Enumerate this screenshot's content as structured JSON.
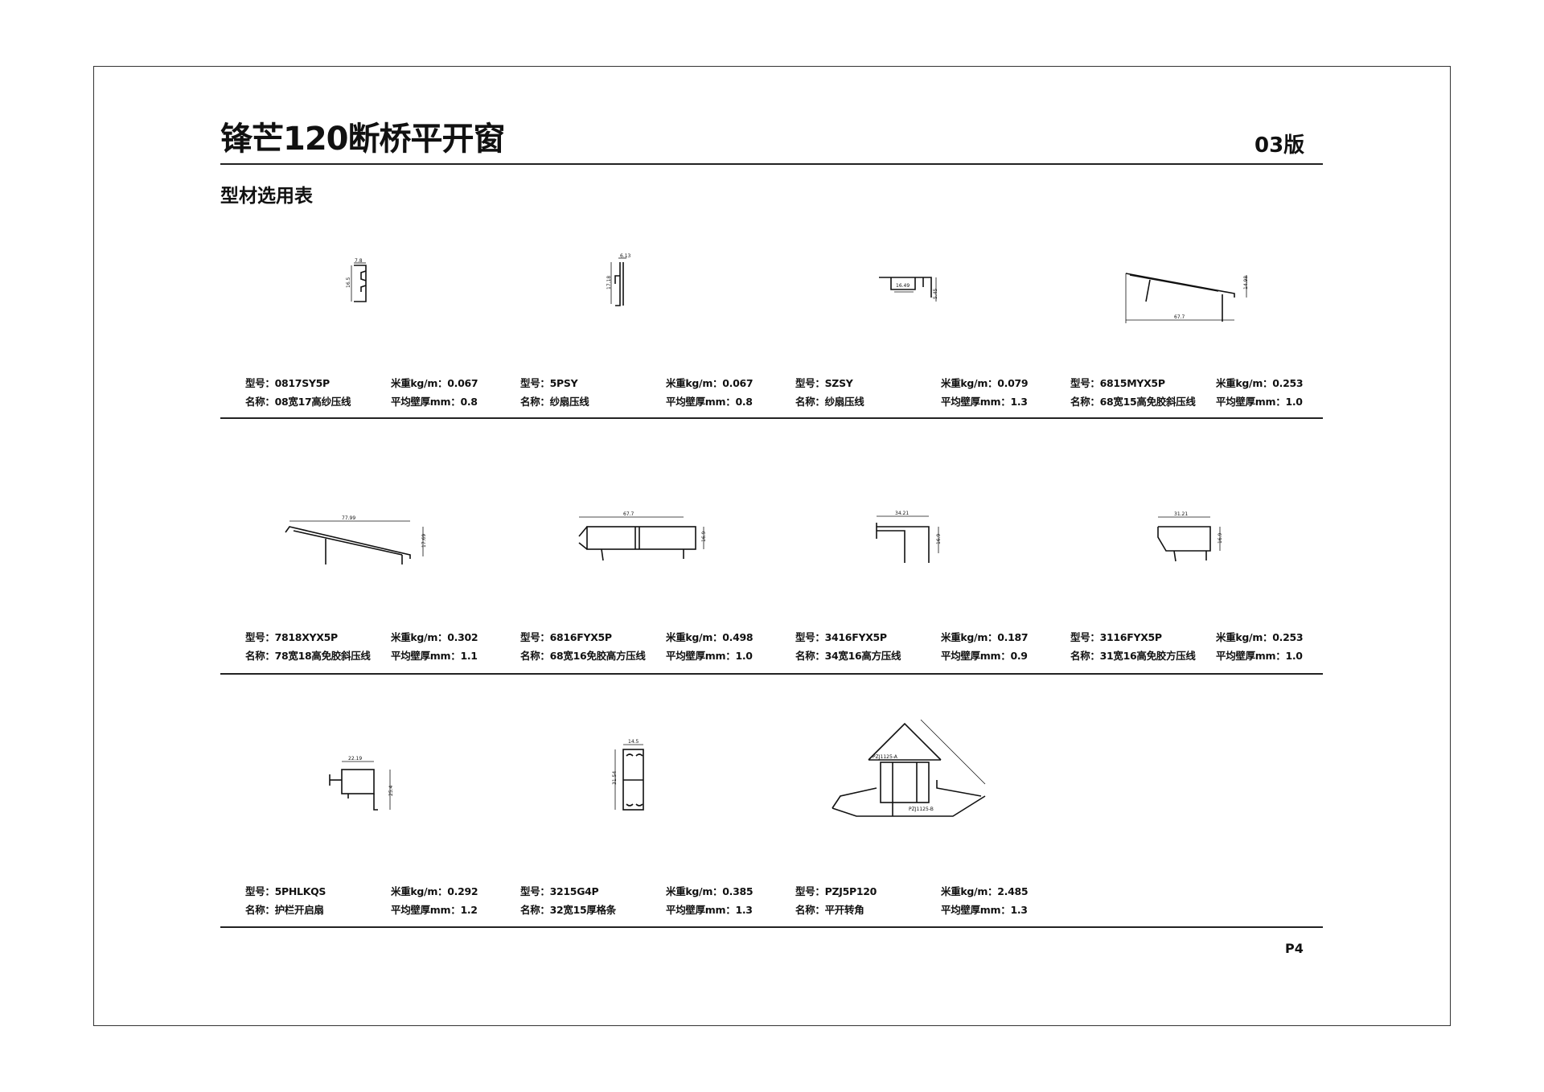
{
  "header": {
    "title": "锋芒120断桥平开窗",
    "edition": "03版",
    "subtitle": "型材选用表"
  },
  "labels": {
    "model": "型号：",
    "name": "名称：",
    "weight": "米重kg/m：",
    "thickness": "平均壁厚mm："
  },
  "items": [
    {
      "model": "0817SY5P",
      "name": "08宽17高纱压线",
      "weight": "0.067",
      "thickness": "0.8",
      "dims": [
        "7.8",
        "16.5"
      ]
    },
    {
      "model": "5PSY",
      "name": "纱扇压线",
      "weight": "0.067",
      "thickness": "0.8",
      "dims": [
        "6.13",
        "17.18"
      ]
    },
    {
      "model": "SZSY",
      "name": "纱扇压线",
      "weight": "0.079",
      "thickness": "1.3",
      "dims": [
        "16.49",
        "5.45"
      ]
    },
    {
      "model": "6815MYX5P",
      "name": "68宽15高免胶斜压线",
      "weight": "0.253",
      "thickness": "1.0",
      "dims": [
        "67.7",
        "14.98"
      ]
    },
    {
      "model": "7818XYX5P",
      "name": "78宽18高免胶斜压线",
      "weight": "0.302",
      "thickness": "1.1",
      "dims": [
        "77.99",
        "17.69"
      ]
    },
    {
      "model": "6816FYX5P",
      "name": "68宽16免胶高方压线",
      "weight": "0.498",
      "thickness": "1.0",
      "dims": [
        "67.7",
        "16.9"
      ]
    },
    {
      "model": "3416FYX5P",
      "name": "34宽16高方压线",
      "weight": "0.187",
      "thickness": "0.9",
      "dims": [
        "34.21",
        "16.9"
      ]
    },
    {
      "model": "3116FYX5P",
      "name": "31宽16高免胶方压线",
      "weight": "0.253",
      "thickness": "1.0",
      "dims": [
        "31.21",
        "16.9"
      ]
    },
    {
      "model": "5PHLKQS",
      "name": "护栏开启扇",
      "weight": "0.292",
      "thickness": "1.2",
      "dims": [
        "22.19",
        "25.4"
      ]
    },
    {
      "model": "3215G4P",
      "name": "32宽15厚格条",
      "weight": "0.385",
      "thickness": "1.3",
      "dims": [
        "14.5",
        "31.54"
      ]
    },
    {
      "model": "PZJ5P120",
      "name": "平开转角",
      "weight": "2.485",
      "thickness": "1.3",
      "dims": [
        "PZJ1125-A",
        "PZJ1125-B"
      ]
    }
  ],
  "footer": {
    "page": "P4"
  }
}
